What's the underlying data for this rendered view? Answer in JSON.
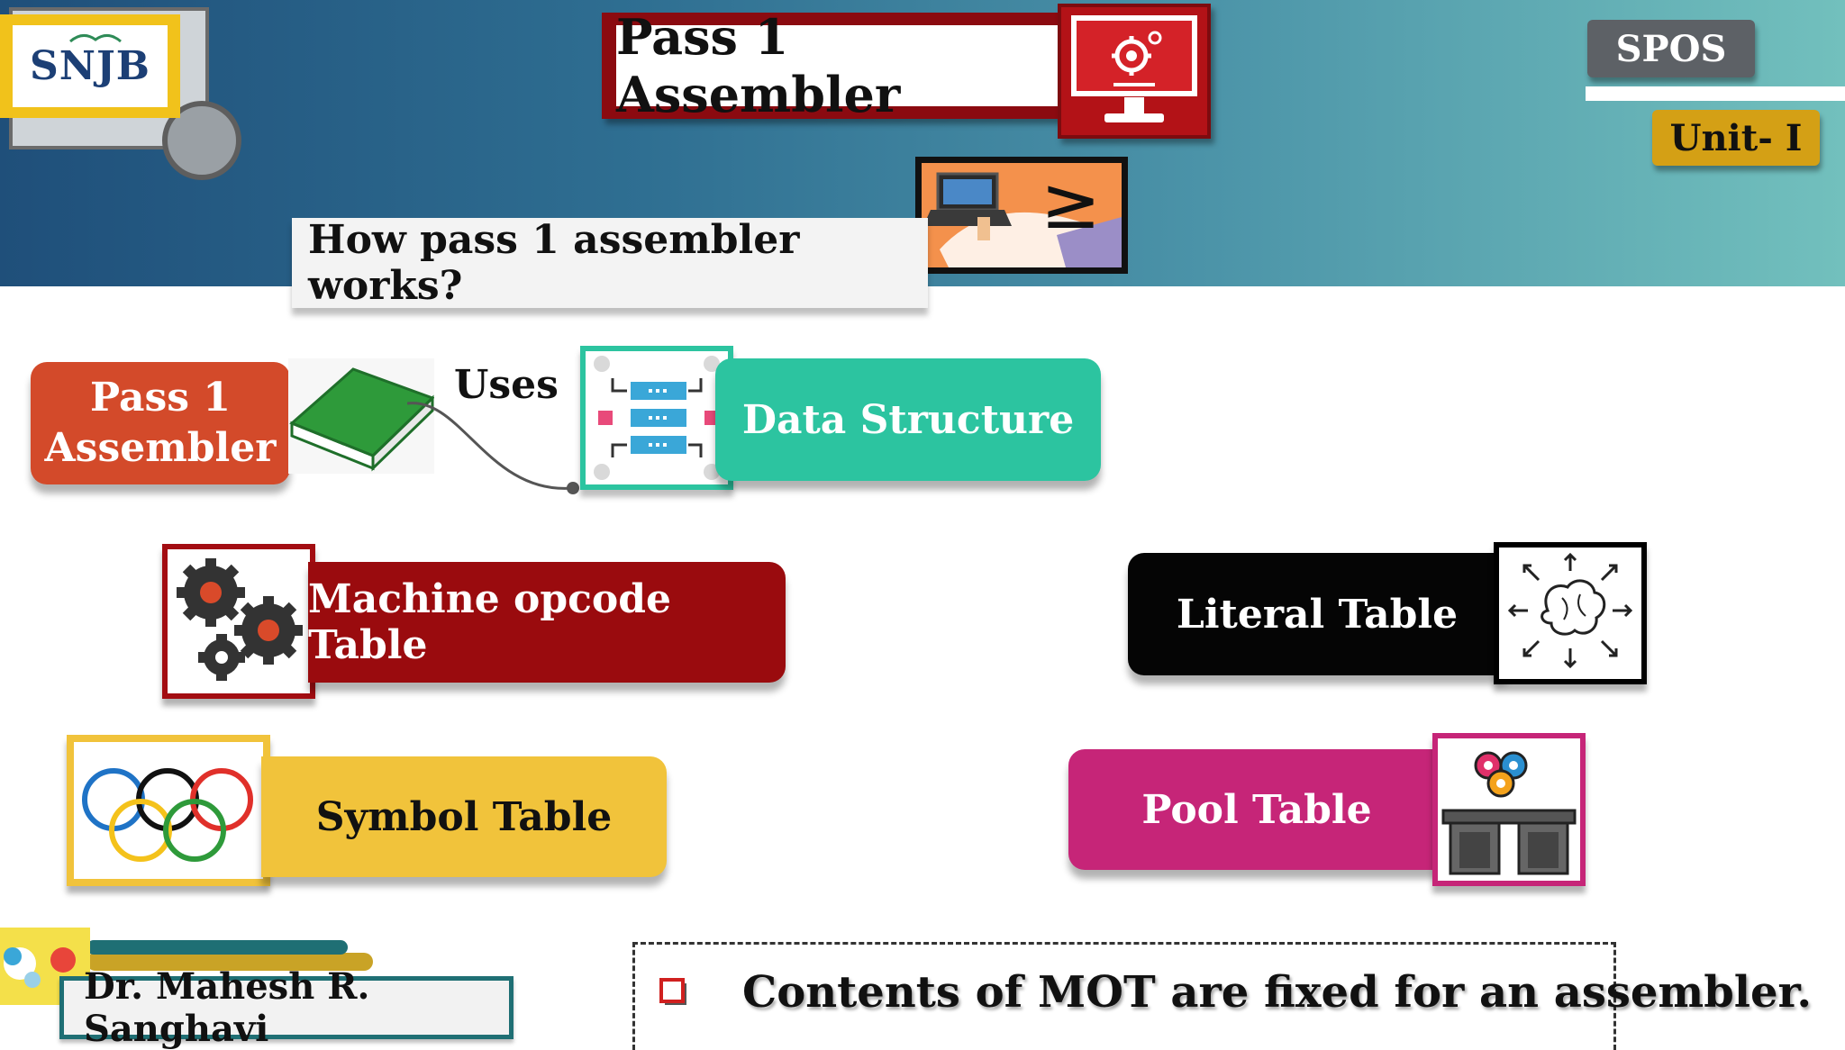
{
  "header": {
    "logo_text": "SNJB",
    "title": "Pass 1 Assembler",
    "question": "How pass 1 assembler works?",
    "subject": "SPOS",
    "unit": "Unit- I"
  },
  "diagram": {
    "pass1_line1": "Pass 1",
    "pass1_line2": "Assembler",
    "uses_label": "Uses",
    "data_structure": "Data Structure",
    "tables": {
      "mot": "Machine opcode Table",
      "literal": "Literal Table",
      "symbol": "Symbol Table",
      "pool": "Pool Table"
    }
  },
  "footer": {
    "author": "Dr. Mahesh R. Sanghavi",
    "note": "Contents of MOT are fixed for an assembler."
  },
  "icons": {
    "monitor": "monitor-gear-icon",
    "laptop": "laptop-terminal-icon",
    "book": "book-icon",
    "data_structure": "data-structure-icon",
    "mot": "gears-icon",
    "literal": "brain-icon",
    "symbol": "rings-icon",
    "pool": "pool-balls-desk-icon",
    "bullet": "checkbox-bullet-icon"
  },
  "colors": {
    "title_frame": "#8b0a10",
    "pass1": "#d34a2a",
    "data_structure": "#2cc4a0",
    "mot": "#9a0b0e",
    "literal": "#050505",
    "symbol": "#f1c33b",
    "pool": "#c62578"
  }
}
